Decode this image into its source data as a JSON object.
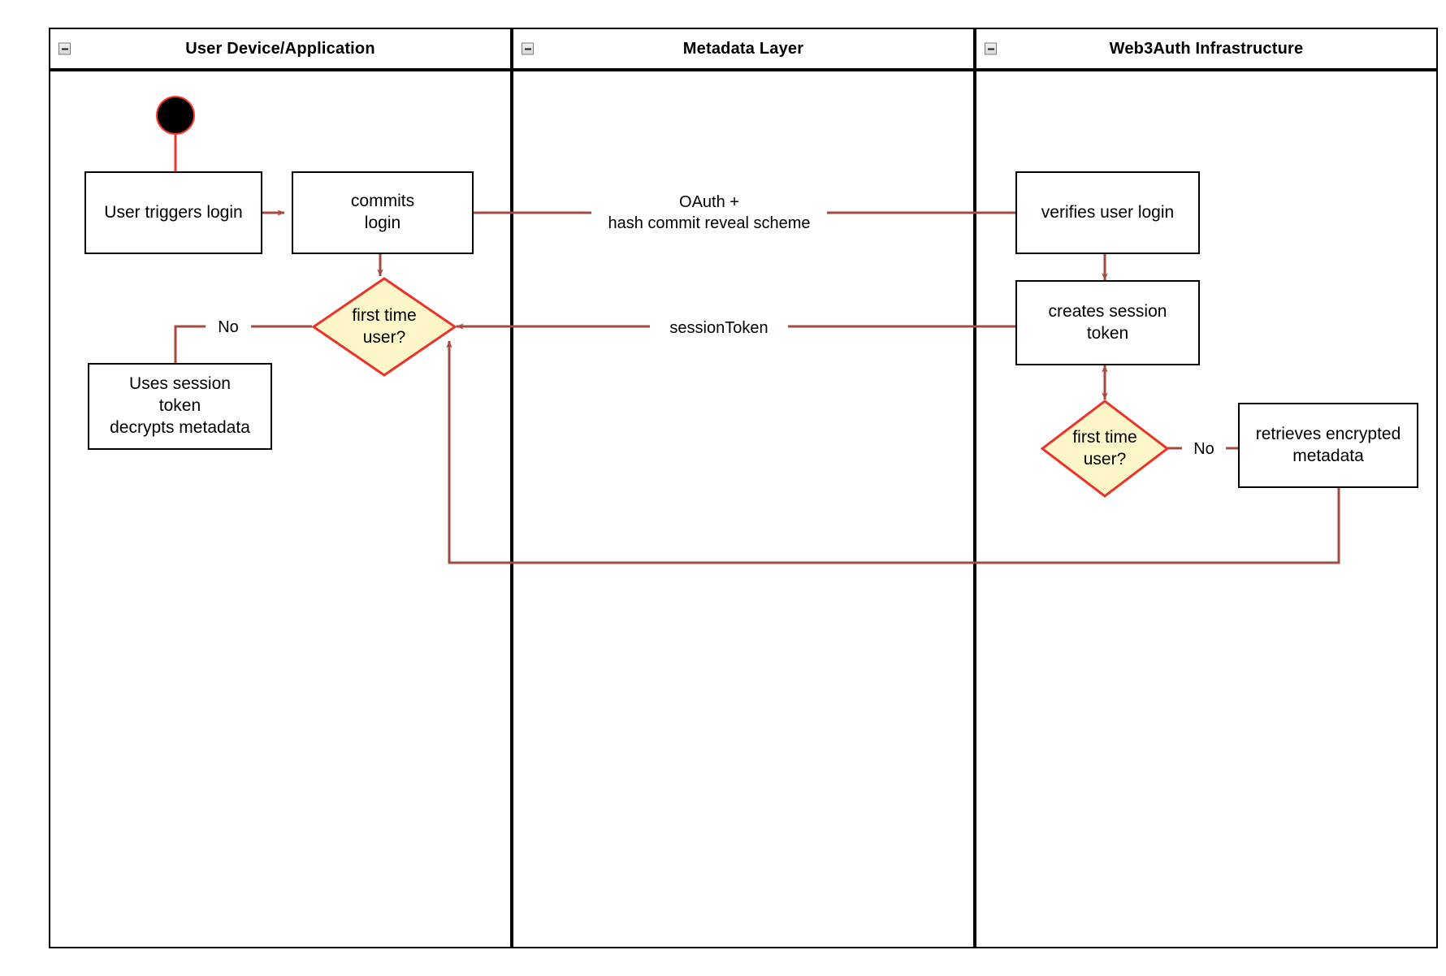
{
  "diagram": {
    "type": "uml-activity-swimlane",
    "background": "#ffffff",
    "accent_connector_color": "#a34a42",
    "decision_fill": "#fcf6c8",
    "decision_stroke": "#e8352a",
    "node_stroke": "#000000",
    "start_node_stroke": "#ff3b30"
  },
  "lanes": [
    {
      "id": "lane-user-device",
      "title": "User Device/Application",
      "collapse_icon": "collapse-minus-icon"
    },
    {
      "id": "lane-metadata",
      "title": "Metadata Layer",
      "collapse_icon": "collapse-minus-icon"
    },
    {
      "id": "lane-web3auth",
      "title": "Web3Auth Infrastructure",
      "collapse_icon": "collapse-minus-icon"
    }
  ],
  "nodes": {
    "start": {
      "label": "",
      "shape": "initial-node",
      "lane": "lane-user-device"
    },
    "user_triggers_login": {
      "label": "User triggers login",
      "shape": "action",
      "lane": "lane-user-device"
    },
    "commits_login": {
      "label": "commits\nlogin",
      "shape": "action",
      "lane": "lane-user-device"
    },
    "first_time_user_left": {
      "label": "first time\nuser?",
      "shape": "decision",
      "lane": "lane-user-device"
    },
    "uses_session_token": {
      "label": "Uses session\ntoken\ndecrypts metadata",
      "shape": "action",
      "lane": "lane-user-device"
    },
    "verifies_user_login": {
      "label": "verifies user login",
      "shape": "action",
      "lane": "lane-web3auth"
    },
    "creates_session_token": {
      "label": "creates session\ntoken",
      "shape": "action",
      "lane": "lane-web3auth"
    },
    "first_time_user_right": {
      "label": "first time\nuser?",
      "shape": "decision",
      "lane": "lane-web3auth"
    },
    "retrieves_encrypted_metadata": {
      "label": "retrieves encrypted\nmetadata",
      "shape": "action",
      "lane": "lane-web3auth"
    }
  },
  "edge_labels": {
    "oauth": "OAuth +\nhash commit reveal scheme",
    "session_token": "sessionToken",
    "no_left": "No",
    "no_right": "No"
  },
  "edges": [
    {
      "from": "start",
      "to": "user_triggers_login",
      "label": ""
    },
    {
      "from": "user_triggers_login",
      "to": "commits_login",
      "label": ""
    },
    {
      "from": "commits_login",
      "to": "verifies_user_login",
      "label": "OAuth +\nhash commit reveal scheme"
    },
    {
      "from": "commits_login",
      "to": "first_time_user_left",
      "label": ""
    },
    {
      "from": "first_time_user_left",
      "to": "uses_session_token",
      "label": "No"
    },
    {
      "from": "verifies_user_login",
      "to": "creates_session_token",
      "label": ""
    },
    {
      "from": "creates_session_token",
      "to": "first_time_user_left",
      "label": "sessionToken"
    },
    {
      "from": "creates_session_token",
      "to": "first_time_user_right",
      "label": "",
      "bidirectional": true
    },
    {
      "from": "first_time_user_right",
      "to": "retrieves_encrypted_metadata",
      "label": "No"
    },
    {
      "from": "retrieves_encrypted_metadata",
      "to": "first_time_user_left",
      "label": ""
    }
  ]
}
